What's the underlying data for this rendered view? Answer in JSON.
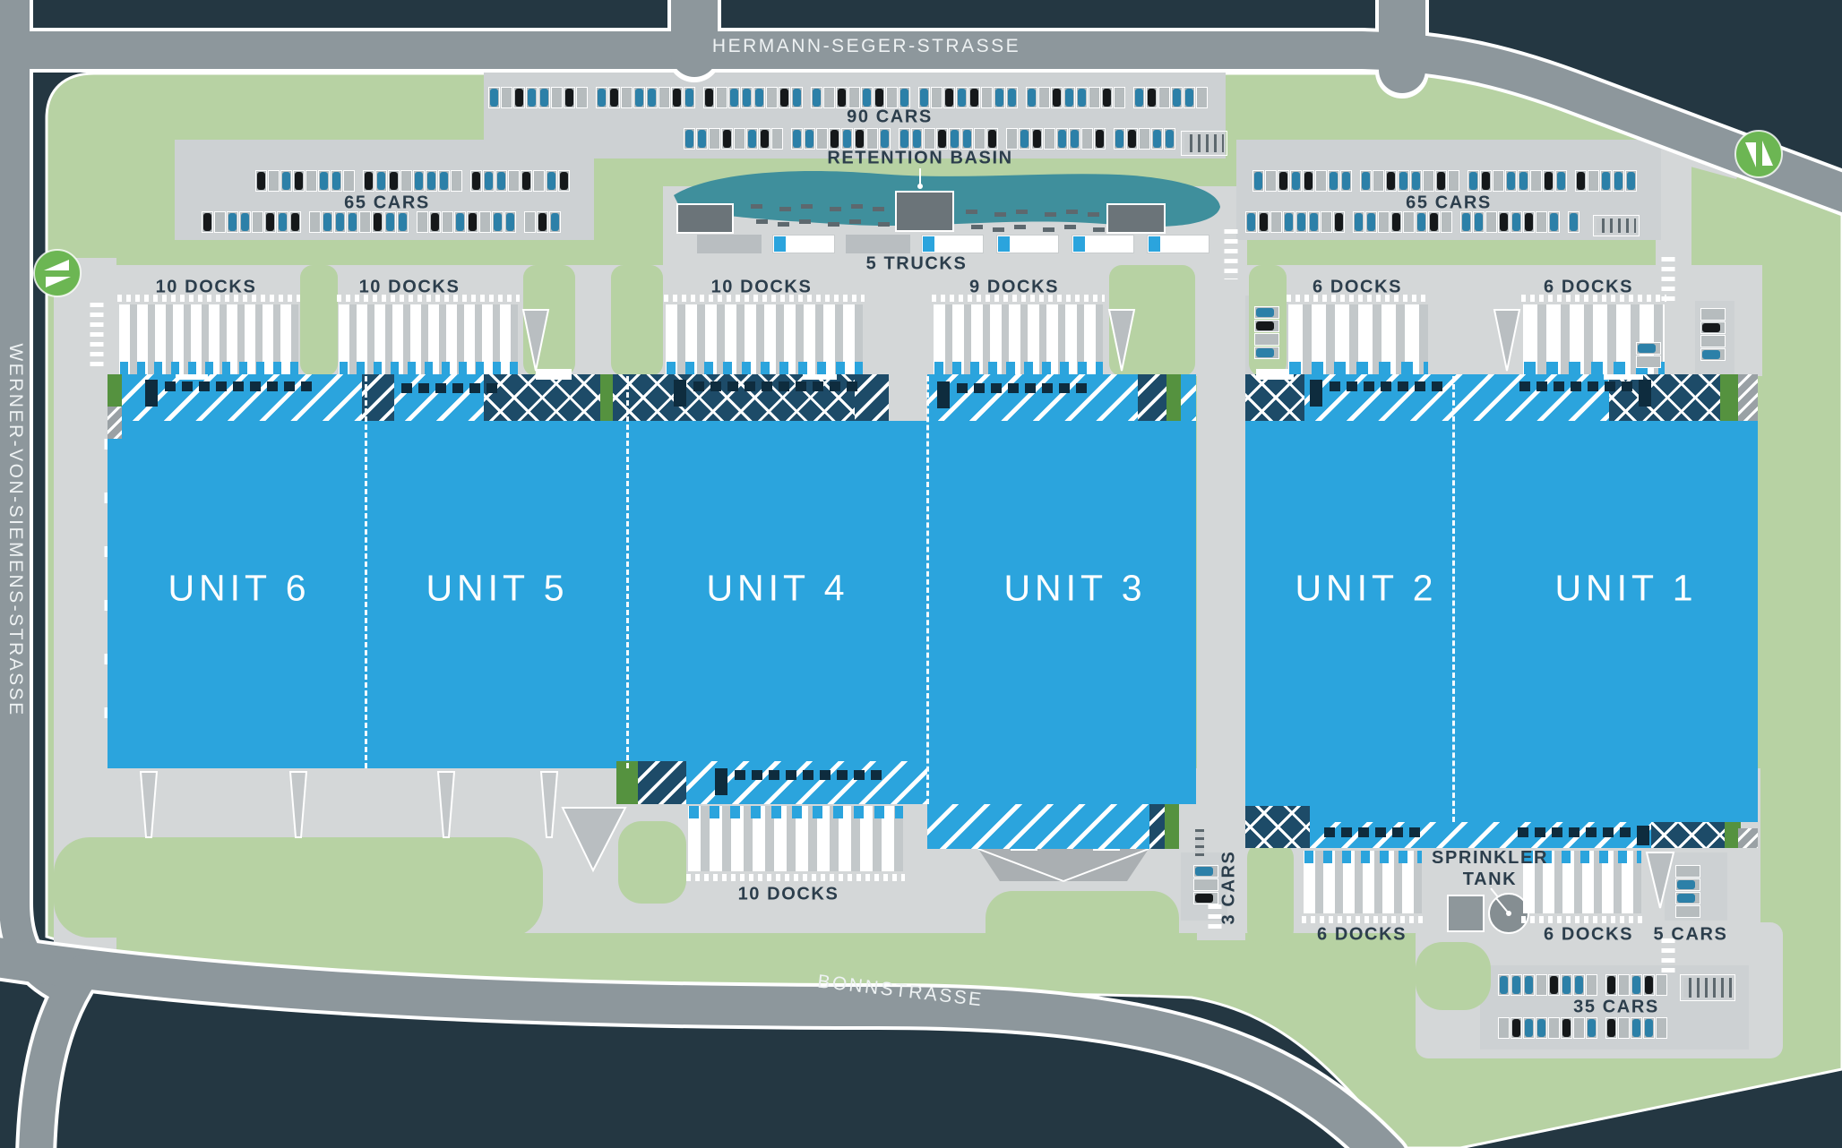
{
  "plan": {
    "roads": {
      "top_label": "HERMANN-SEGER-STRASSE",
      "left_label": "WERNER-VON-SIEMENS-STRASSE",
      "bottom_label": "BONNSTRASSE"
    },
    "units": [
      {
        "label": "UNIT 6"
      },
      {
        "label": "UNIT 5"
      },
      {
        "label": "UNIT 4"
      },
      {
        "label": "UNIT 3"
      },
      {
        "label": "UNIT 2"
      },
      {
        "label": "UNIT 1"
      }
    ],
    "docks_top": [
      {
        "label": "10 DOCKS"
      },
      {
        "label": "10 DOCKS"
      },
      {
        "label": "10 DOCKS"
      },
      {
        "label": "9 DOCKS"
      },
      {
        "label": "6 DOCKS"
      },
      {
        "label": "6 DOCKS"
      }
    ],
    "docks_bottom": [
      {
        "label": "10 DOCKS"
      },
      {
        "label": "6 DOCKS"
      },
      {
        "label": "6 DOCKS"
      }
    ],
    "parking": {
      "p90_label": "90 CARS",
      "p65_left_label": "65 CARS",
      "p65_right_label": "65 CARS",
      "p35_label": "35 CARS",
      "trucks_label": "5 TRUCKS",
      "p3_label": "3 CARS",
      "p5_label": "5 CARS"
    },
    "features": {
      "retention_basin_label": "RETENTION BASIN",
      "sprinkler_tank_label": "SPRINKLER TANK"
    }
  },
  "colors": {
    "background": "#243742",
    "road_gray": "#8D979C",
    "site_green": "#B7D2A3",
    "pavement": "#D4D7D8",
    "aisle_gray": "#CDD1D3",
    "apron_gray": "#C3C8CA",
    "unit_blue": "#2BA4DD",
    "hatch_navy": "#1D4B68",
    "door_navy": "#0E2C3E",
    "accent_green": "#55923F",
    "basin_teal": "#3F8F9C",
    "building_gray": "#6B7479",
    "car_blue": "#2C80A8",
    "car_black": "#15181A",
    "stall_gray": "#B6BCBE",
    "entrance_green": "#6CB653",
    "label_dark": "#2C3E4C"
  }
}
